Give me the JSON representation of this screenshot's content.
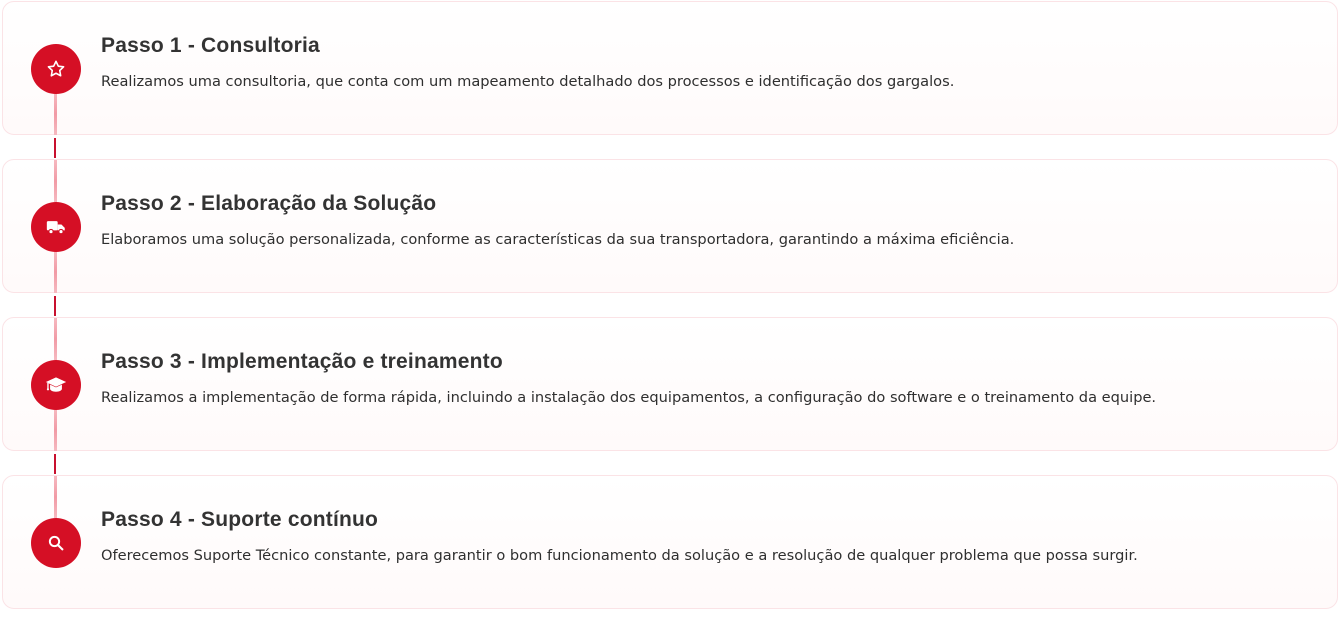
{
  "theme": {
    "accent": "#d50f25",
    "connector": "#c8102e",
    "title_color": "#333333"
  },
  "steps": [
    {
      "title": "Passo 1 - Consultoria",
      "description": "Realizamos uma consultoria, que conta com um mapeamento detalhado dos processos e identificação dos gargalos.",
      "icon": "star-icon"
    },
    {
      "title": "Passo 2 - Elaboração da Solução",
      "description": "Elaboramos uma solução personalizada, conforme as características da sua transportadora, garantindo a máxima eficiência.",
      "icon": "truck-icon"
    },
    {
      "title": "Passo 3 - Implementação e treinamento",
      "description": "Realizamos a implementação de forma rápida, incluindo a instalação dos equipamentos, a configuração do software e o treinamento da equipe.",
      "icon": "graduation-cap-icon"
    },
    {
      "title": "Passo 4 - Suporte contínuo",
      "description": "Oferecemos Suporte Técnico constante, para garantir o bom funcionamento da solução e a resolução de qualquer problema que possa surgir.",
      "icon": "search-icon"
    }
  ]
}
